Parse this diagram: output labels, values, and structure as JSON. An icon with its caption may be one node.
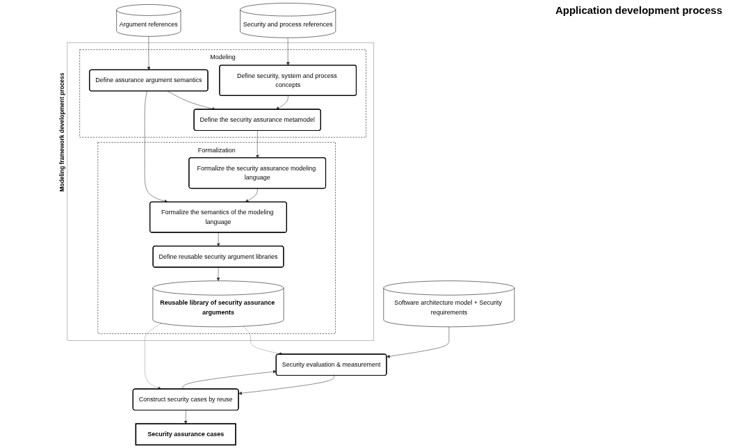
{
  "diagram": {
    "nodes": [
      {
        "text": [
          "Modeling framework development process"
        ]
      },
      {
        "text": [
          "Modeling"
        ],
        "in": 0
      },
      {
        "text": [
          "Formalization"
        ],
        "in": 0
      },
      {
        "text": [
          "Security and process references"
        ]
      },
      {
        "text": [
          "Define security, system and process concepts"
        ],
        "in": 1
      },
      {
        "text": [
          "Define the security assurance metamodel"
        ],
        "in": 1
      },
      {
        "text": [
          "Define assurance argument semantics"
        ],
        "in": 1
      },
      {
        "text": [
          "Argument references"
        ]
      },
      {
        "text": [
          "Formalize the security assurance modeling language"
        ],
        "in": 2
      },
      {
        "text": [
          "Formalize the semantics of the modeling language"
        ],
        "in": 2
      },
      {
        "text": [
          "Define reusable security argument libraries"
        ],
        "in": 2
      },
      {
        "text": [
          "Reusable library of security assurance arguments"
        ],
        "in": 2
      },
      {
        "text": [
          "Software architecture model + Security requirements"
        ]
      },
      {
        "text": [
          "Security evaluation & measurement"
        ]
      },
      {
        "text": [
          "Construct security cases by reuse"
        ]
      },
      {
        "text": [
          "Security assurance cases"
        ]
      }
    ],
    "edges": [
      {
        "from": 3,
        "to": 4,
        "arrow": "to"
      },
      {
        "from": 4,
        "to": 5,
        "arrow": "to"
      },
      {
        "from": 6,
        "to": 5,
        "arrow": "to"
      },
      {
        "from": 7,
        "to": 6,
        "arrow": "to"
      },
      {
        "from": 5,
        "to": 8,
        "arrow": "to"
      },
      {
        "from": 6,
        "to": 9,
        "arrow": "to"
      },
      {
        "from": 8,
        "to": 9,
        "arrow": "to"
      },
      {
        "from": 9,
        "to": 10,
        "arrow": "to"
      },
      {
        "from": 10,
        "to": 11,
        "arrow": "to"
      },
      {
        "from": 11,
        "to": 13,
        "arrow": "to",
        "style": "dashed"
      },
      {
        "from": 11,
        "to": 14,
        "arrow": "to",
        "style": "dashed"
      },
      {
        "from": 12,
        "to": 13,
        "arrow": "to"
      },
      {
        "from": 13,
        "to": 14,
        "arrow": "to"
      },
      {
        "from": 14,
        "to": 13,
        "arrow": "to"
      },
      {
        "from": 14,
        "to": 15,
        "arrow": "to"
      }
    ],
    "labels": [
      "Application development process"
    ]
  }
}
